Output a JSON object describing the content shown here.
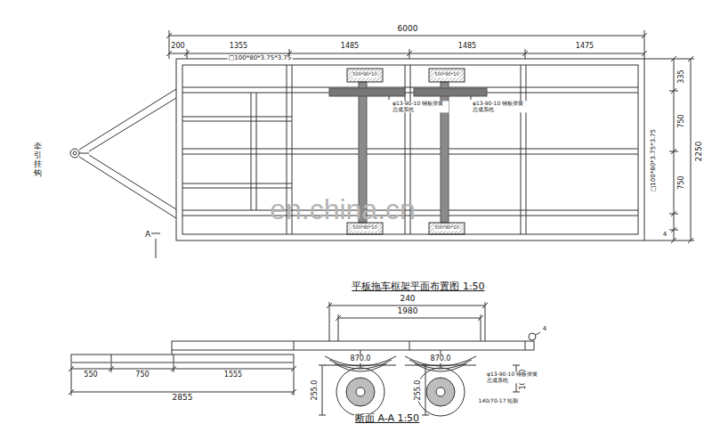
{
  "diagram": {
    "title": "平板拖车框架平面布置图 1:50",
    "labels": [
      "6000",
      "200",
      "1355",
      "1485",
      "1485",
      "1475",
      "□100*80*3.75*3.75",
      "335",
      "750",
      "750",
      "2250",
      "□100*80*3.75*3.75",
      "4",
      "牵引挂钩",
      "A",
      "φ13-90-10 钢板弹簧总成系统",
      "φ13-90-10 钢板弹簧总成系统",
      "500*80*10",
      "500*80*10",
      "500*80*10",
      "500*80*10",
      "en.china.cn",
      "240",
      "1980",
      "870.0",
      "870.0",
      "255.0",
      "255.0",
      "100.0",
      "φ13-90-10 钢板弹簧总成系统",
      "140/70-17 轮胎",
      "4",
      "550",
      "750",
      "1555",
      "2855",
      "断面 A-A 1:50"
    ]
  }
}
